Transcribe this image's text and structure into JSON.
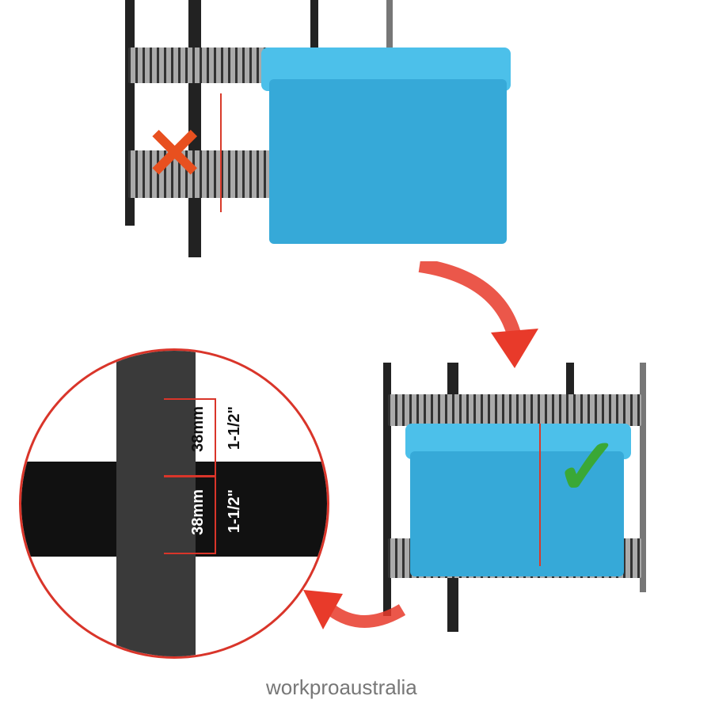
{
  "illustration": {
    "top_scene": {
      "status": "incorrect",
      "mark": "x-mark",
      "mark_color": "#e8501f"
    },
    "bottom_scene": {
      "status": "correct",
      "mark": "check-mark",
      "mark_color": "#3aa836"
    },
    "box_color": "#36a9d8",
    "arrow_color": "#e83a2a"
  },
  "callout": {
    "label_1_metric": "38mm",
    "label_1_imperial": "1-1/2\"",
    "label_2_metric": "38mm",
    "label_2_imperial": "1-1/2\"",
    "ring_color": "#d9352a"
  },
  "watermark": "workproaustralia"
}
